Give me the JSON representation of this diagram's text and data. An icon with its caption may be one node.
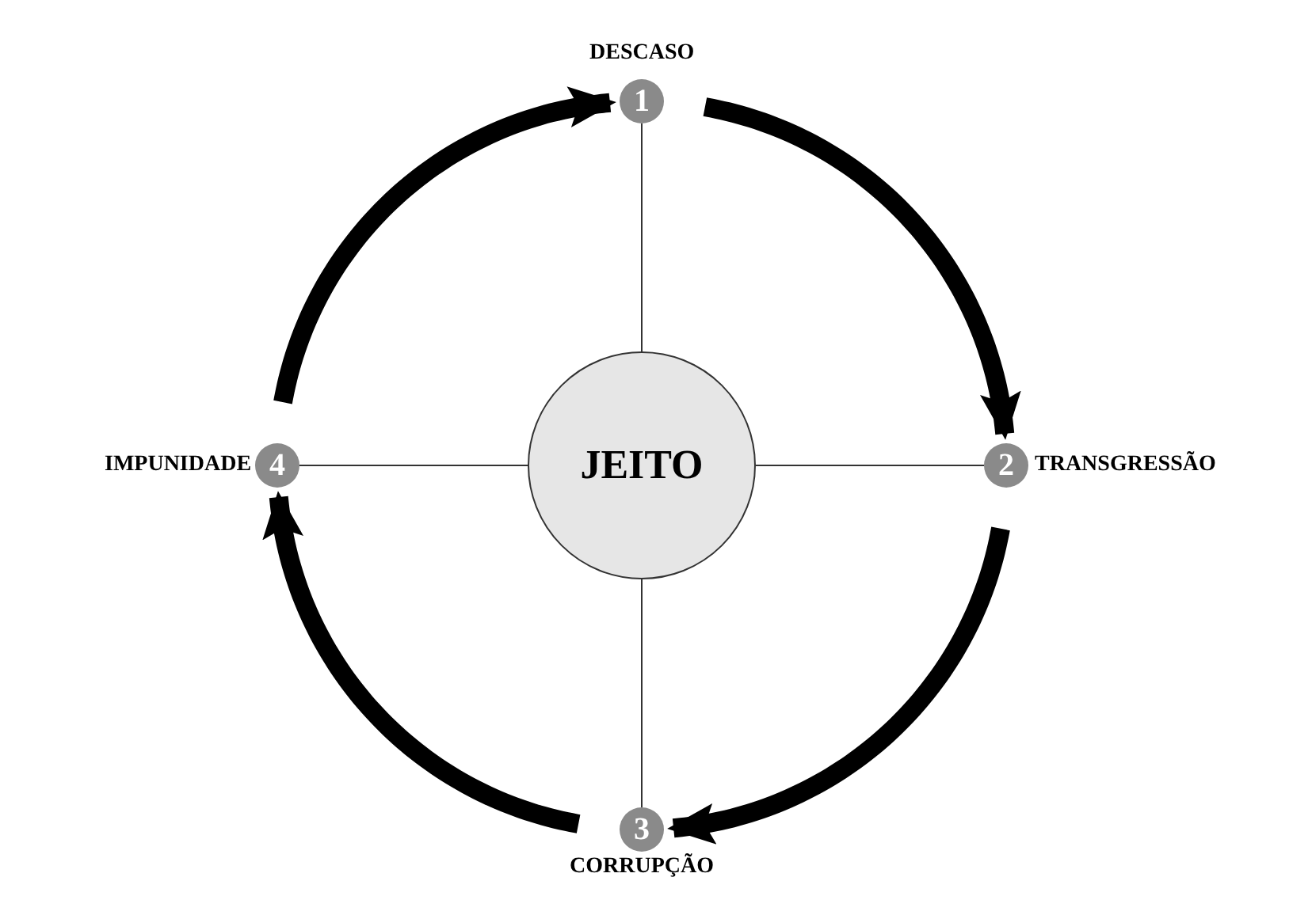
{
  "diagram": {
    "nodes": [
      {
        "text": [
          "JEITO"
        ]
      },
      {
        "text": [
          "1"
        ],
        "beside": [
          "DESCASO"
        ]
      },
      {
        "text": [
          "2"
        ],
        "beside": [
          "TRANSGRESSÃO"
        ]
      },
      {
        "text": [
          "3"
        ],
        "beside": [
          "CORRUPÇÃO"
        ]
      },
      {
        "text": [
          "4"
        ],
        "beside": [
          "IMPUNIDADE"
        ]
      }
    ],
    "edges": [
      {
        "from": 0,
        "to": 1,
        "arrow": "none"
      },
      {
        "from": 0,
        "to": 2,
        "arrow": "none"
      },
      {
        "from": 0,
        "to": 3,
        "arrow": "none"
      },
      {
        "from": 0,
        "to": 4,
        "arrow": "none"
      },
      {
        "from": 1,
        "to": 2,
        "arrow": "to",
        "style": "thick"
      },
      {
        "from": 2,
        "to": 3,
        "arrow": "to",
        "style": "thick"
      },
      {
        "from": 3,
        "to": 4,
        "arrow": "to",
        "style": "thick"
      },
      {
        "from": 4,
        "to": 1,
        "arrow": "to",
        "style": "thick"
      }
    ]
  }
}
